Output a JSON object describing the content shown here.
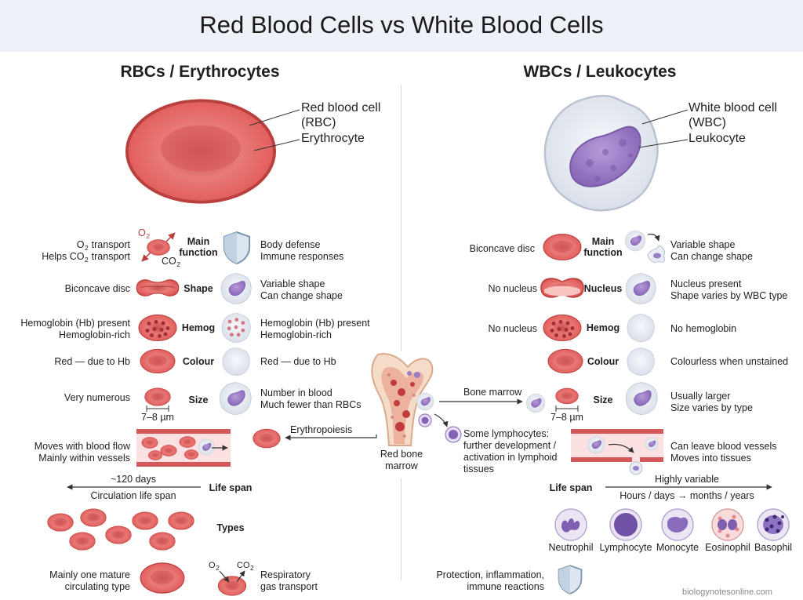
{
  "title": "Red Blood Cells vs White Blood Cells",
  "rbc_heading": "RBCs / Erythrocytes",
  "wbc_heading": "WBCs / Leukocytes",
  "rbc_hero": {
    "label1": "Red blood cell",
    "label2": "(RBC)",
    "label3": "Erythrocyte"
  },
  "wbc_hero": {
    "label1": "White blood cell",
    "label2": "(WBC)",
    "label3": "Leukocyte"
  },
  "categories": {
    "main_function": [
      "Main",
      "function"
    ],
    "shape": "Shape",
    "nucleus": "Nucleus",
    "hemog": "Hemog",
    "colour": "Colour",
    "size": "Size",
    "life_span": "Life span",
    "types": "Types"
  },
  "left_rbc": {
    "o2_label": "O",
    "co2_label": "CO",
    "sub2": "2",
    "func1_pre": "O",
    "func1_post": " transport",
    "func2_pre": "Helps CO",
    "func2_post": " transport",
    "shape": "Biconcave disc",
    "hb1": "Hemoglobin (Hb) present",
    "hb2": "Hemoglobin-rich",
    "colour": "Red — due to Hb",
    "size": "Very numerous",
    "size_scale": "7–8 µm",
    "vessel1": "Moves with blood flow",
    "vessel2": "Mainly within vessels",
    "life1": "~120 days",
    "life2": "Circulation life span",
    "types1": "Mainly one mature",
    "types2": "circulating type"
  },
  "left_wbc": {
    "func1": "Body defense",
    "func2": "Immune responses",
    "shape1": "Variable shape",
    "shape2": "Can change shape",
    "hb1": "Hemoglobin (Hb) present",
    "hb2": "Hemoglobin-rich",
    "colour": "Red — due to Hb",
    "size1": "Number in blood",
    "size2": "Much fewer than RBCs",
    "gas1": "Respiratory",
    "gas2": "gas transport"
  },
  "center": {
    "erythropoiesis": "Erythropoiesis",
    "marrow1": "Red bone",
    "marrow2": "marrow",
    "bone_marrow": "Bone marrow",
    "lymph1": "Some lymphocytes:",
    "lymph2": "further development /",
    "lymph3": "activation in lymphoid",
    "lymph4": "tissues"
  },
  "right_rbc": {
    "shape": "Biconcave disc",
    "nucleus": "No nucleus",
    "hemog": "No nucleus",
    "size_scale": "7–8 µm",
    "protect1": "Protection, inflammation,",
    "protect2": "immune reactions"
  },
  "right_wbc": {
    "func1": "Variable shape",
    "func2": "Can change shape",
    "nucleus1": "Nucleus present",
    "nucleus2": "Shape varies by WBC type",
    "hemog": "No hemoglobin",
    "colour": "Colourless when unstained",
    "size1": "Usually larger",
    "size2": "Size varies by type",
    "vessel1": "Can leave blood vessels",
    "vessel2": "Moves into tissues",
    "life1": "Highly variable",
    "life2": "Hours / days → months / years",
    "types": [
      "Neutrophil",
      "Lymphocyte",
      "Monocyte",
      "Eosinophil",
      "Basophil"
    ]
  },
  "credit": "biologynotesonline.com",
  "colors": {
    "rbc": "#e06a68",
    "rbc_dark": "#b8403f",
    "wbc": "#e9edf3",
    "nucleus": "#9a7fc4",
    "title_bg": "#eef2f8"
  }
}
